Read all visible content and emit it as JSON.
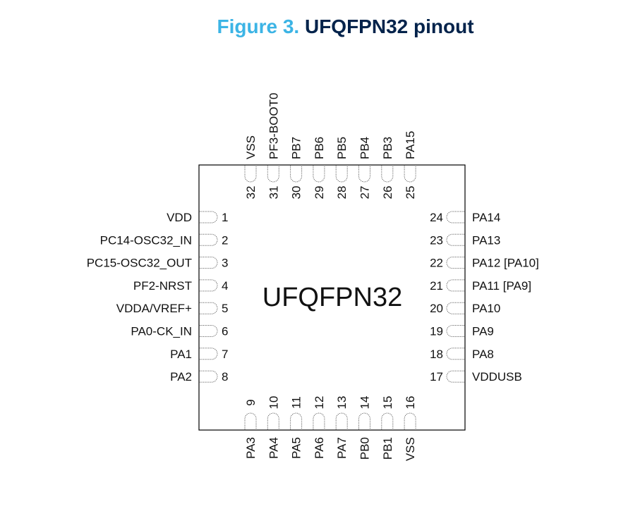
{
  "figure": {
    "number": "Figure 3.",
    "title": "UFQFPN32 pinout"
  },
  "package": {
    "label": "UFQFPN32"
  },
  "colors": {
    "figure_number": "#3cb4e5",
    "figure_title": "#03234b",
    "outline": "#000000",
    "pad": "#666666"
  },
  "pins": {
    "left": [
      {
        "num": "1",
        "name": "VDD"
      },
      {
        "num": "2",
        "name": "PC14-OSC32_IN"
      },
      {
        "num": "3",
        "name": "PC15-OSC32_OUT"
      },
      {
        "num": "4",
        "name": "PF2-NRST"
      },
      {
        "num": "5",
        "name": "VDDA/VREF+"
      },
      {
        "num": "6",
        "name": "PA0-CK_IN"
      },
      {
        "num": "7",
        "name": "PA1"
      },
      {
        "num": "8",
        "name": "PA2"
      }
    ],
    "bottom": [
      {
        "num": "9",
        "name": "PA3"
      },
      {
        "num": "10",
        "name": "PA4"
      },
      {
        "num": "11",
        "name": "PA5"
      },
      {
        "num": "12",
        "name": "PA6"
      },
      {
        "num": "13",
        "name": "PA7"
      },
      {
        "num": "14",
        "name": "PB0"
      },
      {
        "num": "15",
        "name": "PB1"
      },
      {
        "num": "16",
        "name": "VSS"
      }
    ],
    "right": [
      {
        "num": "24",
        "name": "PA14"
      },
      {
        "num": "23",
        "name": "PA13"
      },
      {
        "num": "22",
        "name": "PA12 [PA10]"
      },
      {
        "num": "21",
        "name": "PA11 [PA9]"
      },
      {
        "num": "20",
        "name": "PA10"
      },
      {
        "num": "19",
        "name": "PA9"
      },
      {
        "num": "18",
        "name": "PA8"
      },
      {
        "num": "17",
        "name": "VDDUSB"
      }
    ],
    "top": [
      {
        "num": "32",
        "name": "VSS"
      },
      {
        "num": "31",
        "name": "PF3-BOOT0"
      },
      {
        "num": "30",
        "name": "PB7"
      },
      {
        "num": "29",
        "name": "PB6"
      },
      {
        "num": "28",
        "name": "PB5"
      },
      {
        "num": "27",
        "name": "PB4"
      },
      {
        "num": "26",
        "name": "PB3"
      },
      {
        "num": "25",
        "name": "PA15"
      }
    ]
  }
}
